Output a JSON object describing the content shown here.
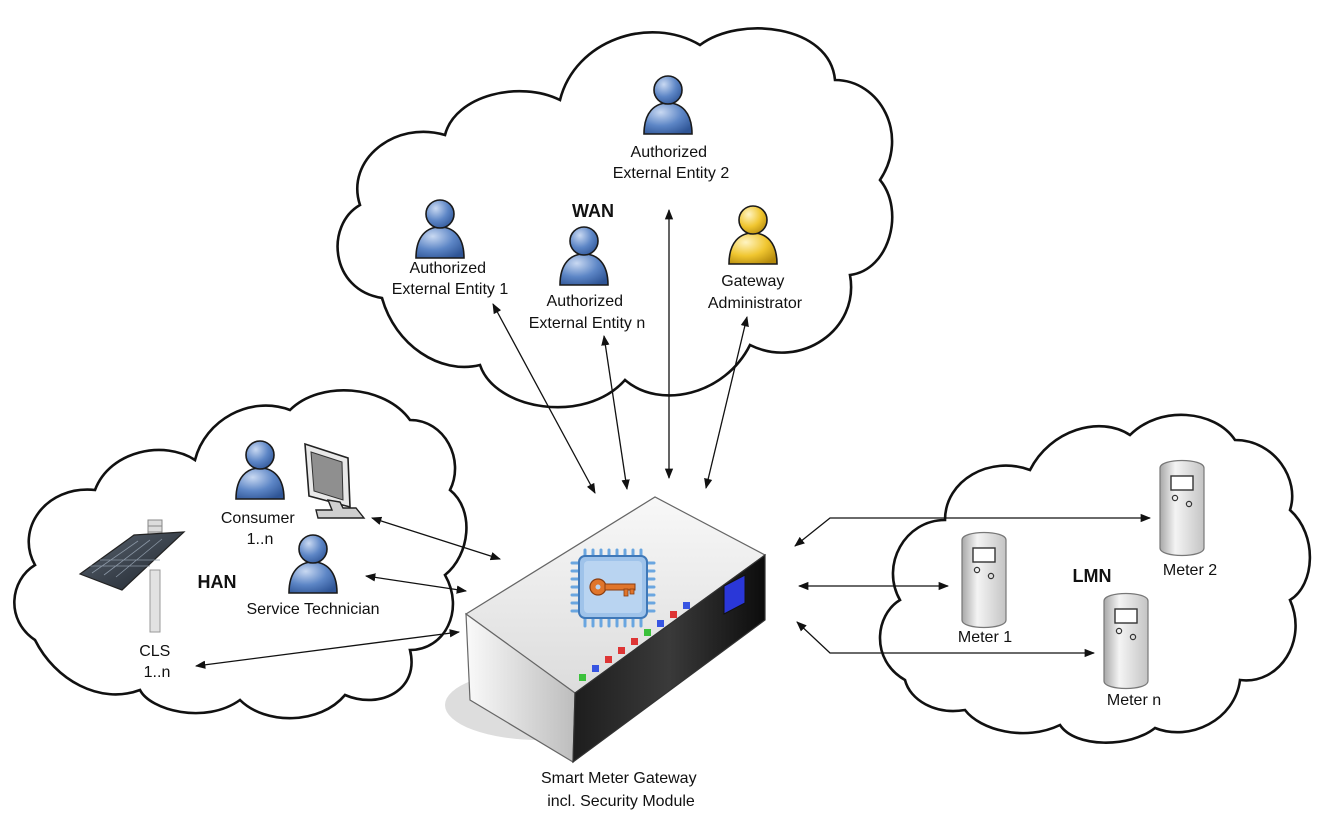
{
  "colors": {
    "person_blue": "#5d86c6",
    "person_admin": "#f0c630",
    "outline": "#111111"
  },
  "networks": {
    "wan": "WAN",
    "han": "HAN",
    "lmn": "LMN"
  },
  "wan": {
    "entity_1": [
      "Authorized",
      "External Entity 1"
    ],
    "entity_2": [
      "Authorized",
      "External Entity 2"
    ],
    "entity_n": [
      "Authorized",
      "External Entity n"
    ],
    "admin": [
      "Gateway",
      "Administrator"
    ]
  },
  "han": {
    "consumer": [
      "Consumer",
      "1..n"
    ],
    "technician": "Service Technician",
    "cls": [
      "CLS",
      "1..n"
    ]
  },
  "lmn": {
    "meter_1": "Meter 1",
    "meter_2": "Meter 2",
    "meter_n": "Meter n"
  },
  "gateway": {
    "label": [
      "Smart Meter Gateway",
      "incl. Security Module"
    ],
    "icons": [
      "chip-icon",
      "key-icon"
    ]
  }
}
